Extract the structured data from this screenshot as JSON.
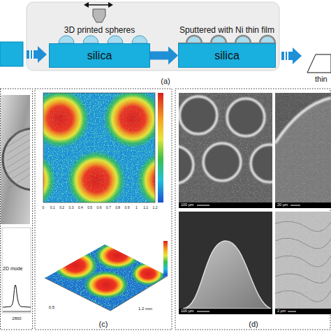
{
  "diagram": {
    "nodes": [
      {
        "text": [
          "3D printed spheres",
          "silica"
        ]
      },
      {
        "text": [
          "Sputtered with Ni thin film",
          "silica"
        ]
      }
    ],
    "edges": [
      {
        "from": 0,
        "to": 1,
        "arrow": "to"
      }
    ],
    "labels": [
      "thin",
      "(a)",
      "2D mode",
      "2800",
      "0",
      "0.1",
      "0.2",
      "0.3",
      "0.4",
      "0.5",
      "0.6",
      "0.7",
      "0.8",
      "0.9",
      "1",
      "1.1",
      "1.2",
      "1.2 mm",
      "0.5",
      "(c)",
      "100 µm",
      "20 µm",
      "100 µm",
      "2 µm",
      "(d)"
    ]
  }
}
